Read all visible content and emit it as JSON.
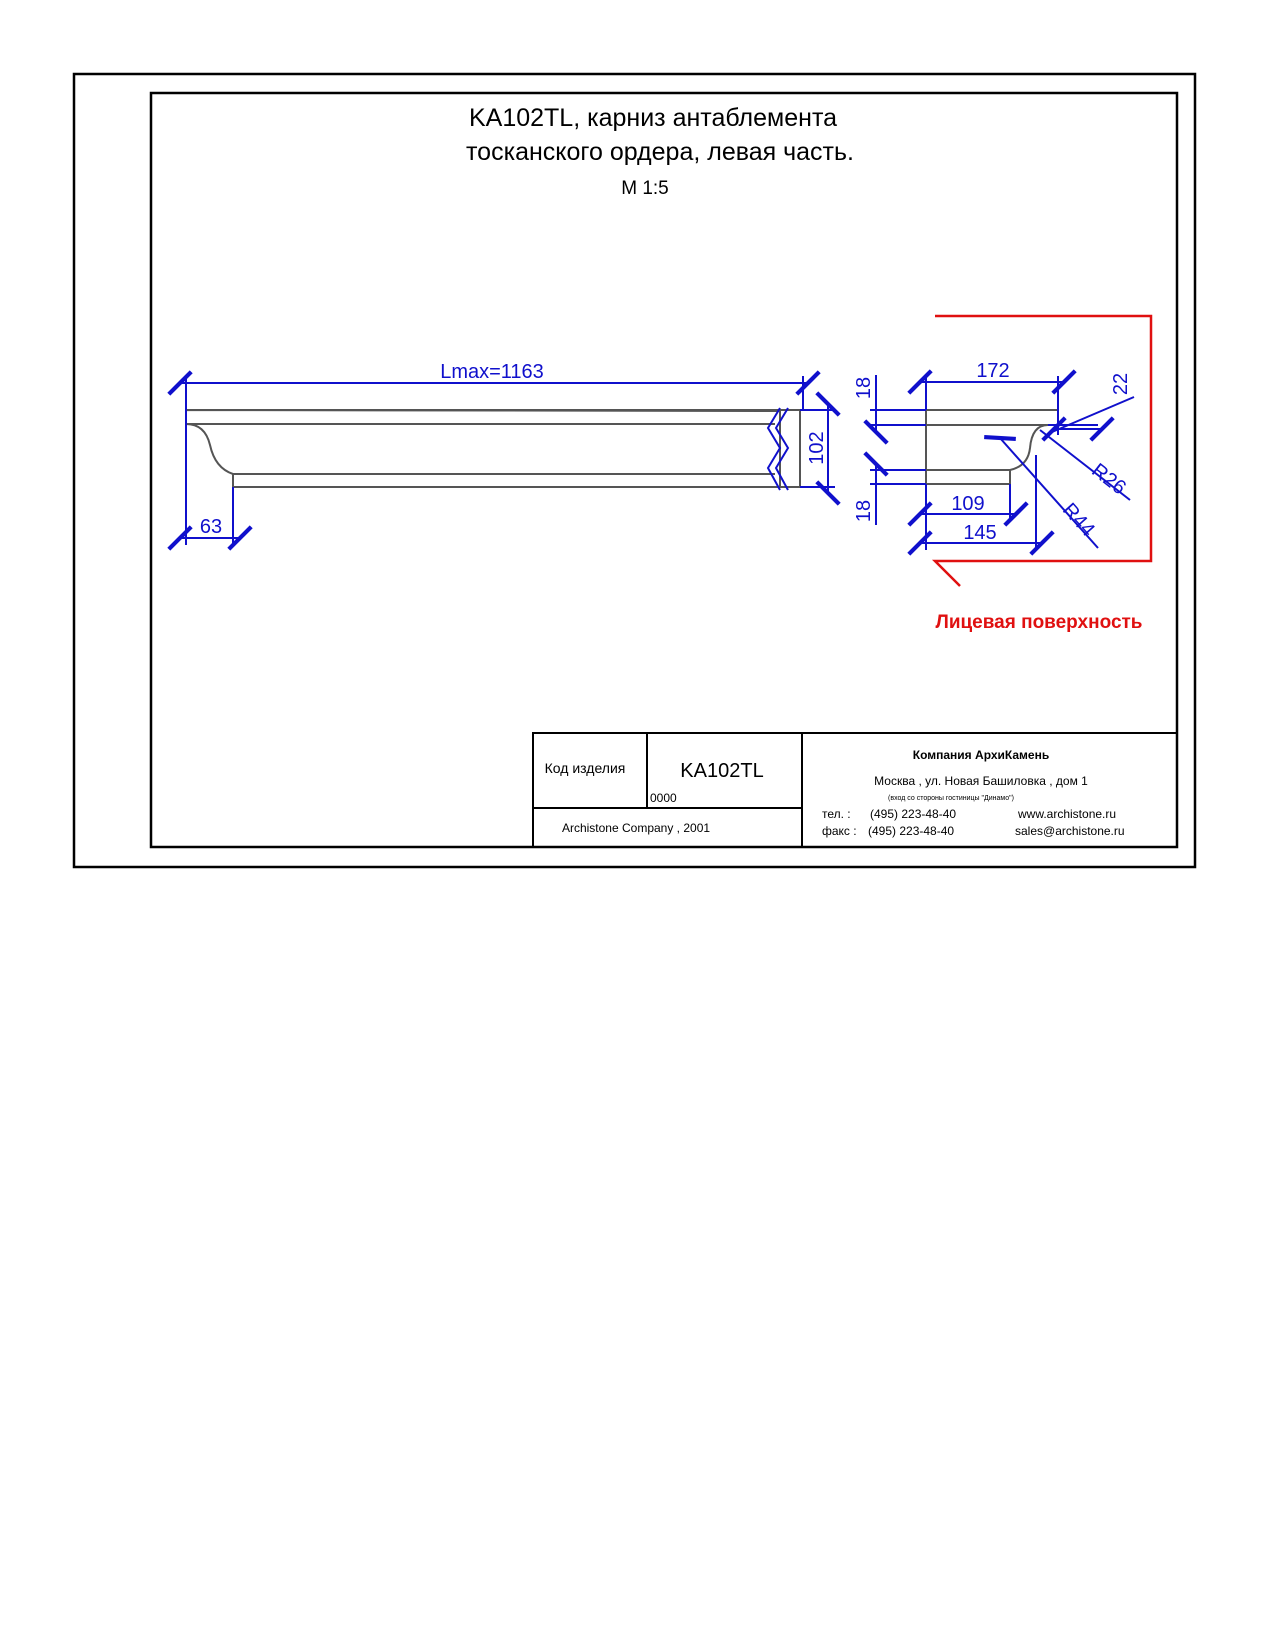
{
  "title": {
    "line1": "KA102TL, карниз антаблемента",
    "line2": "тосканского ордера, левая часть.",
    "scale": "М 1:5"
  },
  "dimensions": {
    "length": "Lmax=1163",
    "left_offset": "63",
    "height": "102",
    "top_band": "18",
    "bottom_band": "18",
    "top_width": "172",
    "bottom_inner": "109",
    "bottom_outer": "145",
    "top_step": "22",
    "radius_small": "R26",
    "radius_large": "R44"
  },
  "face_label": "Лицевая поверхность",
  "title_block": {
    "code_label": "Код изделия",
    "code_value": "KA102TL",
    "number": "0000",
    "copyright": "Archistone  Company ,  2001",
    "company": "Компания  АрхиКамень",
    "address": "Москва , ул. Новая Башиловка , дом 1",
    "address_note": "(вход со стороны гостиницы \"Динамо\")",
    "phone_label": "тел.   :",
    "phone": "(495) 223-48-40",
    "fax_label": "факс :",
    "fax": "(495) 223-48-40",
    "website": "www.archistone.ru",
    "email": "sales@archistone.ru"
  },
  "colors": {
    "dimension": "#1010cc",
    "face_highlight": "#e01010",
    "outline": "#555555"
  }
}
